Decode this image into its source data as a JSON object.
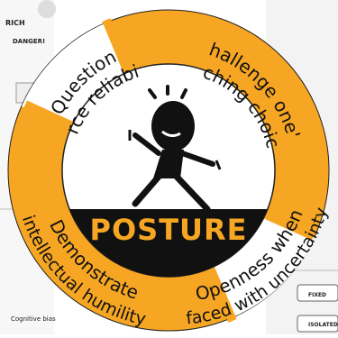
{
  "center": {
    "label": "POSTURE"
  },
  "segments": [
    {
      "id": "question",
      "lines": [
        "Question",
        "source reliability"
      ]
    },
    {
      "id": "challenge",
      "lines": [
        "Challenge one's",
        "teaching choices"
      ]
    },
    {
      "id": "openness",
      "lines": [
        "Openness when",
        "faced with uncertainty"
      ]
    },
    {
      "id": "demonstrate",
      "lines": [
        "Demonstrate",
        "intellectual humility"
      ]
    }
  ],
  "background": {
    "rich_label": "RICH",
    "danger_label": "DANGER!",
    "cognitive_bias": "Cognitive bias",
    "fixed": "FIXED",
    "isolated": "ISOLATED"
  },
  "colors": {
    "orange": "#f6a623",
    "ring_stroke": "#222222",
    "center_fill": "#ffffff",
    "ground": "#111111",
    "label_yellow": "#f6a623"
  }
}
